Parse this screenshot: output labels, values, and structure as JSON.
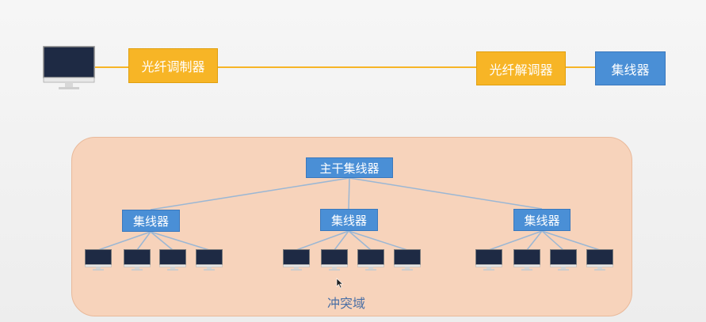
{
  "top_row": {
    "modulator": "光纤调制器",
    "demodulator": "光纤解调器",
    "hub": "集线器"
  },
  "domain": {
    "backbone": "主干集线器",
    "hubs": [
      "集线器",
      "集线器",
      "集线器"
    ],
    "label": "冲突域",
    "computers_per_hub": 4
  },
  "colors": {
    "orange": "#f7b526",
    "blue": "#4a8fd6",
    "domain_fill": "#f7d3bb",
    "link_top": "#f7b526",
    "link_tree": "#9bb7d4"
  }
}
